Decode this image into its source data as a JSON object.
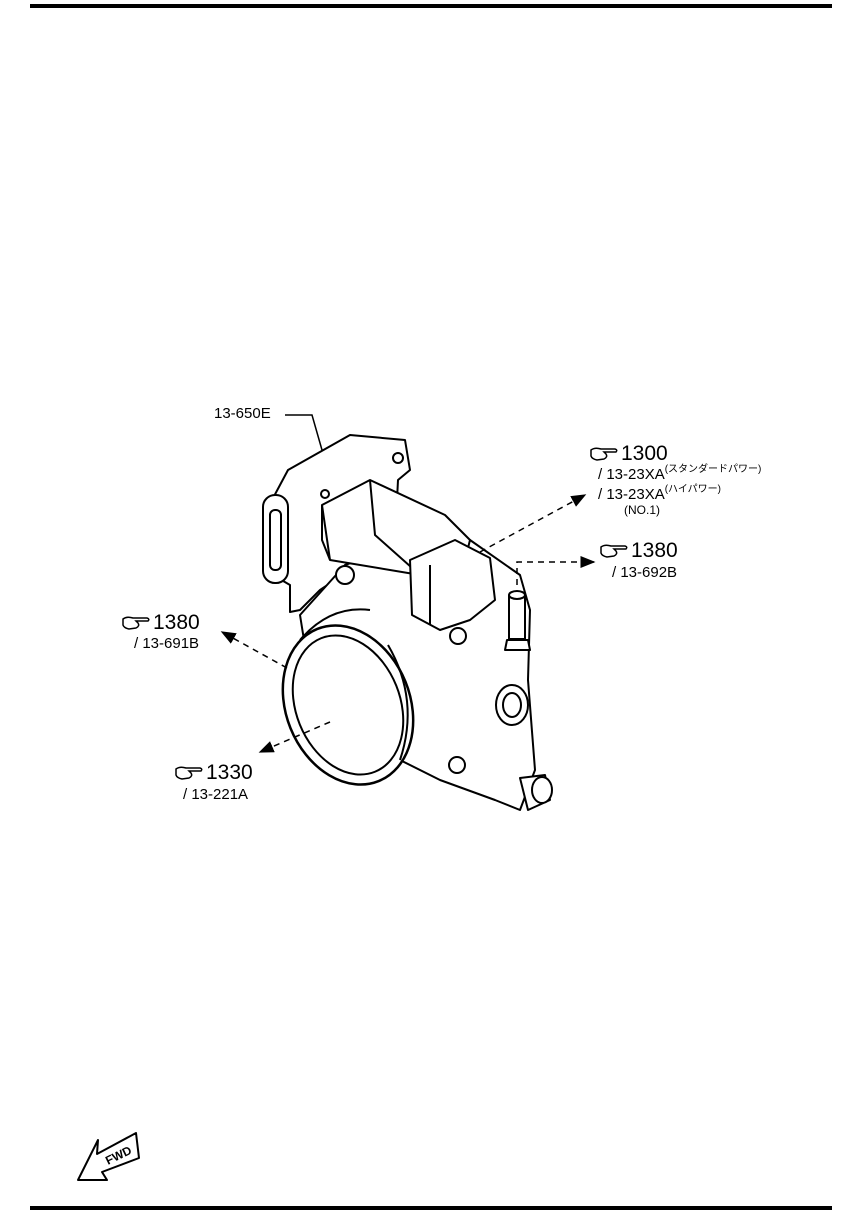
{
  "page": {
    "background": "#ffffff",
    "line_color": "#000000"
  },
  "part_label": {
    "text": "13-650E"
  },
  "refs": {
    "ref1300": {
      "icon": "pointing-hand-icon",
      "number": "1300",
      "lines": [
        {
          "code": "/ 13-23XA",
          "note": "(スタンダードパワー)"
        },
        {
          "code": "/ 13-23XA",
          "note": "(ハイパワー)"
        }
      ],
      "sub_note": "(NO.1)"
    },
    "ref1380_right": {
      "icon": "pointing-hand-icon",
      "number": "1380",
      "code": "/ 13-692B"
    },
    "ref1380_left": {
      "icon": "pointing-hand-icon",
      "number": "1380",
      "code": "/ 13-691B"
    },
    "ref1330": {
      "icon": "pointing-hand-icon",
      "number": "1330",
      "code": "/ 13-221A"
    }
  },
  "fwd": {
    "text": "FWD",
    "icon": "forward-arrow-icon"
  }
}
